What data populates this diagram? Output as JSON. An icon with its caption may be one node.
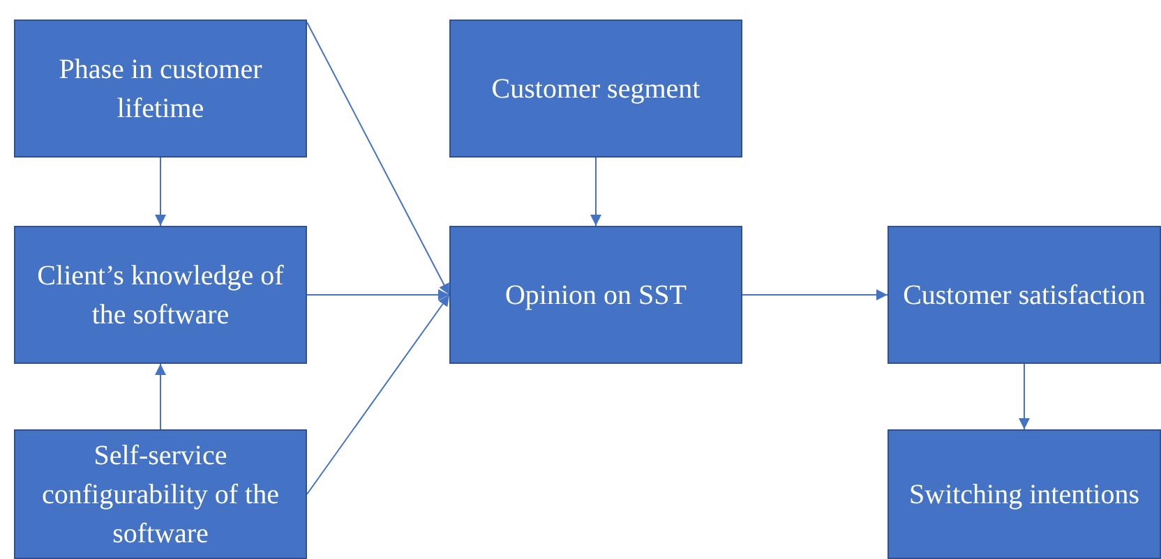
{
  "diagram": {
    "nodes": [
      {
        "text": [
          "Phase in customer lifetime"
        ]
      },
      {
        "text": [
          "Customer segment"
        ]
      },
      {
        "text": [
          "Client’s knowledge of the software"
        ]
      },
      {
        "text": [
          "Opinion on SST"
        ]
      },
      {
        "text": [
          "Customer satisfaction"
        ]
      },
      {
        "text": [
          "Self-service configurability of the software"
        ]
      },
      {
        "text": [
          "Switching intentions"
        ]
      }
    ],
    "edges": [
      {
        "from": 0,
        "to": 2,
        "arrow": "to"
      },
      {
        "from": 5,
        "to": 2,
        "arrow": "to"
      },
      {
        "from": 1,
        "to": 3,
        "arrow": "to"
      },
      {
        "from": 0,
        "to": 3,
        "arrow": "to"
      },
      {
        "from": 2,
        "to": 3,
        "arrow": "to"
      },
      {
        "from": 5,
        "to": 3,
        "arrow": "to"
      },
      {
        "from": 3,
        "to": 4,
        "arrow": "to"
      },
      {
        "from": 4,
        "to": 6,
        "arrow": "to"
      }
    ]
  }
}
